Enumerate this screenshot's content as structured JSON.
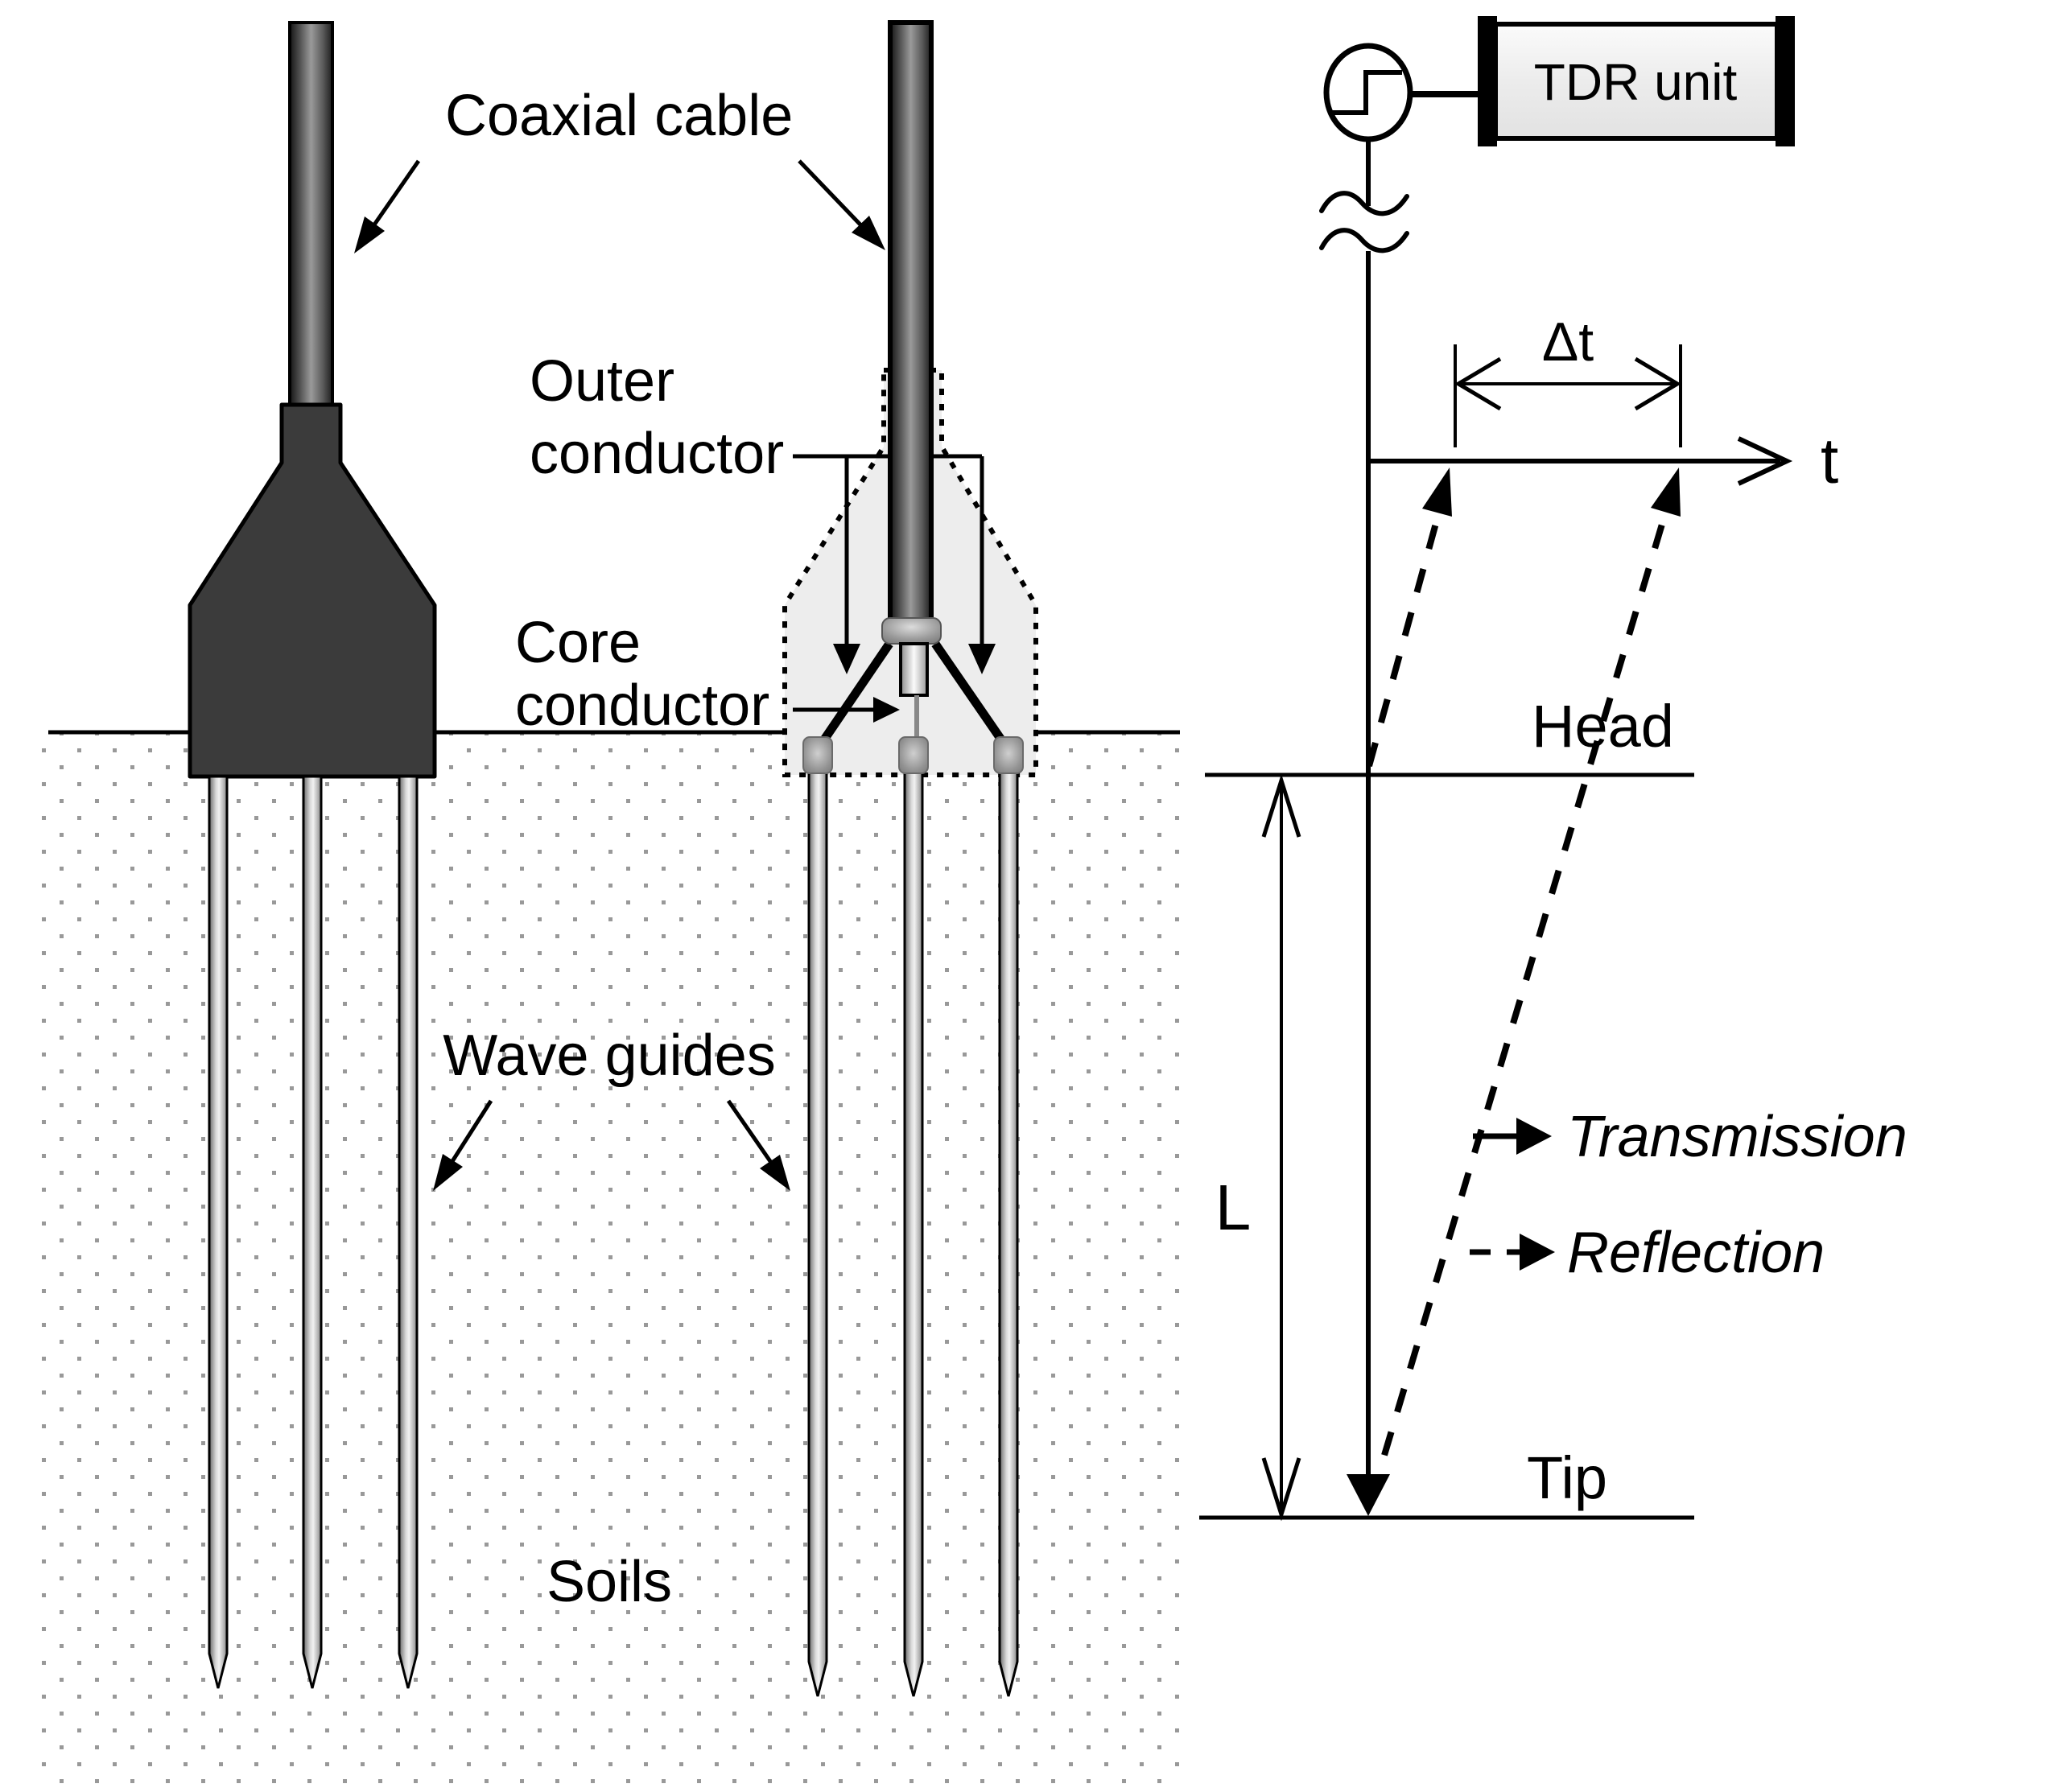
{
  "title": "TDR waveguide probe diagram",
  "left_panel": {
    "coaxial_cable_label": "Coaxial cable",
    "outer_conductor_label": [
      "Outer",
      "conductor"
    ],
    "core_conductor_label": [
      "Core",
      "conductor"
    ],
    "wave_guides_label": "Wave guides",
    "soils_label": "Soils"
  },
  "right_panel": {
    "tdr_unit_label": "TDR unit",
    "delta_t_label": "Δt",
    "time_axis_label": "t",
    "head_label": "Head",
    "probe_length_label": "L",
    "tip_label": "Tip",
    "legend": [
      {
        "style": "solid",
        "label": "Transmission"
      },
      {
        "style": "dashed",
        "label": "Reflection"
      }
    ]
  },
  "colors": {
    "probe_body": "#3b3b3b",
    "cutaway_fill": "#ededed",
    "soil_dot": "#999999",
    "outline": "#000000",
    "box_fill": "#efefef"
  }
}
